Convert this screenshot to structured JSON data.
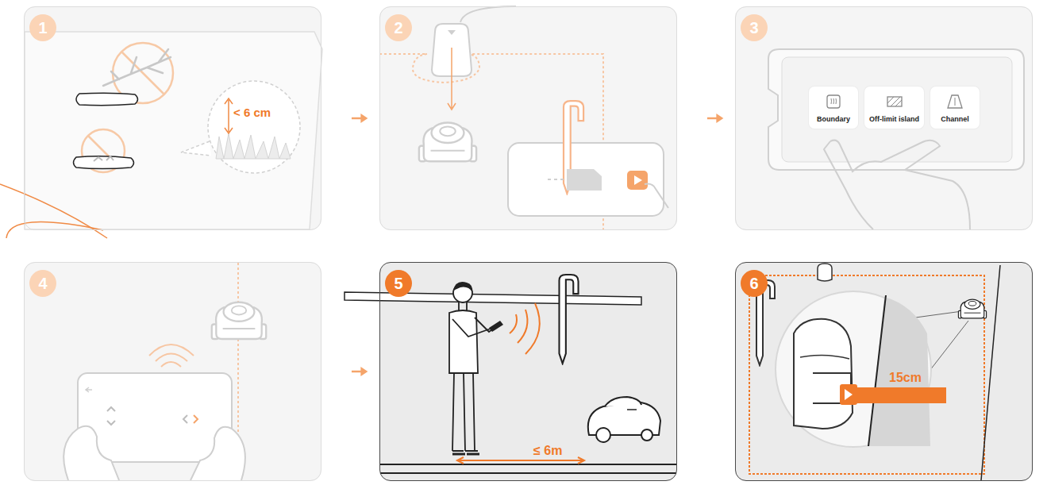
{
  "diagram": {
    "nodes": [
      {
        "text": [
          "1"
        ]
      },
      {
        "text": [
          "2"
        ]
      },
      {
        "text": [
          "3"
        ]
      },
      {
        "text": [
          "Boundary"
        ],
        "in": 2
      },
      {
        "text": [
          "Off-limit island"
        ],
        "in": 2
      },
      {
        "text": [
          "Channel"
        ],
        "in": 2
      },
      {
        "text": [
          "4"
        ]
      },
      {
        "text": [
          "5"
        ]
      },
      {
        "text": [
          "6"
        ]
      }
    ],
    "edges": [
      {
        "from": 0,
        "to": 1,
        "arrow": "to"
      },
      {
        "from": 1,
        "to": 2,
        "arrow": "to"
      },
      {
        "from": 6,
        "to": 7,
        "arrow": "to"
      }
    ],
    "labels": [
      "< 6 cm",
      "≤ 6m",
      "15cm"
    ]
  }
}
